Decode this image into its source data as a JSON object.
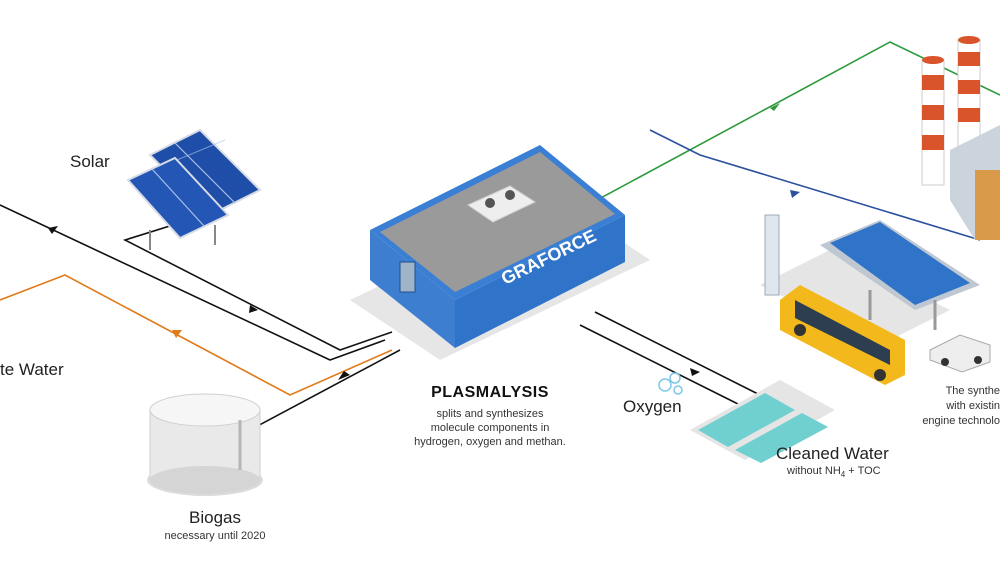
{
  "labels": {
    "solar": "Solar",
    "waste_water": "te Water",
    "biogas": "Biogas",
    "biogas_note": "necessary until 2020",
    "plasmalysis_title": "PLASMALYSIS",
    "plasmalysis_desc": [
      "splits and synthesizes",
      "molecule components in",
      "hydrogen, oxygen and methan."
    ],
    "oxygen": "Oxygen",
    "cleaned_water": "Cleaned Water",
    "cleaned_water_note_prefix": "without NH",
    "cleaned_water_note_sub": "4",
    "cleaned_water_note_suffix": " + TOC",
    "right_text": [
      "The synthe",
      "with existin",
      "engine technolo"
    ],
    "brand": "GRAFORCE"
  },
  "colors": {
    "building_blue": "#2f74c8",
    "roof_gray": "#9a9a9a",
    "green_line": "#2e9a3c",
    "blue_line": "#2c4f9e",
    "orange_line": "#e07b1a",
    "black_line": "#111111",
    "pool_teal": "#6fd0cf",
    "bus_yellow": "#f2b81c",
    "stack_red": "#d9542b"
  }
}
